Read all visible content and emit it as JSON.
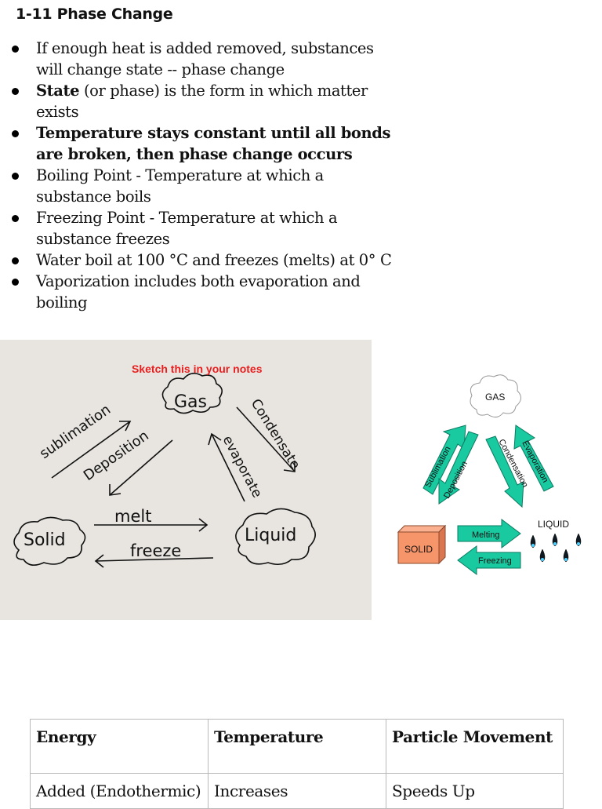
{
  "title": "1-11  Phase Change",
  "bullets": [
    {
      "pre": "",
      "bold": "",
      "text": "If enough heat is added removed, substances will change state -- phase change"
    },
    {
      "pre": "",
      "bold": "State",
      "text": " (or phase) is the form in which matter exists"
    },
    {
      "pre": "",
      "bold": "Temperature stays constant until all bonds are broken, then phase change occurs",
      "text": ""
    },
    {
      "pre": "",
      "bold": "",
      "text": "Boiling Point - Temperature at which a substance boils"
    },
    {
      "pre": "",
      "bold": "",
      "text": "Freezing Point - Temperature at which a substance freezes"
    },
    {
      "pre": "",
      "bold": "",
      "text": "Water boil at 100 °C and freezes (melts)  at  0° C"
    },
    {
      "pre": "",
      "bold": "",
      "text": "Vaporization includes both evaporation and boiling"
    }
  ],
  "sketch": {
    "note": "Sketch this in your notes",
    "gas": "Gas",
    "solid": "Solid",
    "liquid": "Liquid",
    "sublimation": "sublimation",
    "deposition": "Deposition",
    "condensate": "Condensate",
    "evaporate": "evaporate",
    "melt": "melt",
    "freeze": "freeze"
  },
  "diagram": {
    "gas": "GAS",
    "solid": "SOLID",
    "liquid": "LIQUID",
    "sublimation": "Sublimation",
    "deposition": "Deposition",
    "condensation": "Condensation",
    "evaporation": "Evaporation",
    "melting": "Melting",
    "freezing": "Freezing",
    "arrow_color": "#19c9a0",
    "solid_color": "#f7956a"
  },
  "table": {
    "headers": [
      "Energy",
      "Temperature",
      "Particle Movement"
    ],
    "rows": [
      [
        "Added (Endothermic)",
        "Increases",
        "Speeds Up"
      ]
    ]
  }
}
